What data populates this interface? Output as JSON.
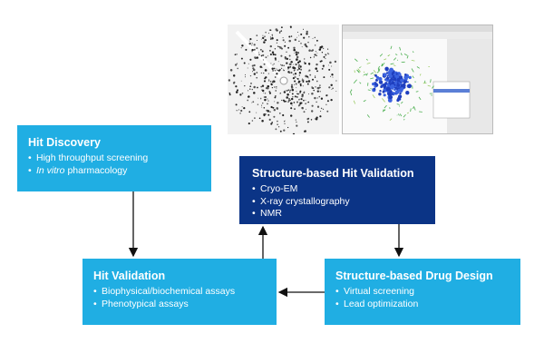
{
  "colors": {
    "light_box": "#20aee3",
    "dark_box": "#0b3486",
    "arrow": "#111111",
    "text": "#ffffff"
  },
  "boxes": {
    "hit_discovery": {
      "title": "Hit Discovery",
      "items": [
        "High throughput screening",
        "pharmacology"
      ],
      "italic_prefix": "In vitro"
    },
    "structure_validation": {
      "title": "Structure-based Hit Validation",
      "items": [
        "Cryo-EM",
        "X-ray crystallography",
        "NMR"
      ]
    },
    "hit_validation": {
      "title": "Hit Validation",
      "items": [
        "Biophysical/biochemical assays",
        "Phenotypical assays"
      ]
    },
    "drug_design": {
      "title": "Structure-based Drug Design",
      "items": [
        "Virtual screening",
        "Lead optimization"
      ]
    }
  },
  "images": {
    "diffraction": "x-ray-diffraction-pattern",
    "software": "molecular-modeling-software-window"
  }
}
